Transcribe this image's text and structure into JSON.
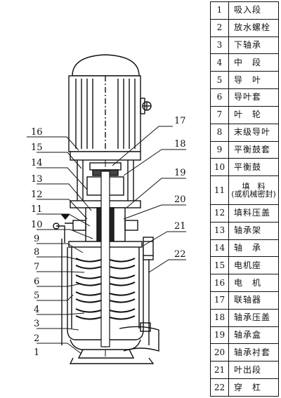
{
  "parts": [
    {
      "no": "1",
      "name": "吸入段"
    },
    {
      "no": "2",
      "name": "放水螺栓"
    },
    {
      "no": "3",
      "name": "下轴承"
    },
    {
      "no": "4",
      "name": "中　段"
    },
    {
      "no": "5",
      "name": "导　叶"
    },
    {
      "no": "6",
      "name": "导叶套"
    },
    {
      "no": "7",
      "name": "叶　轮"
    },
    {
      "no": "8",
      "name": "末级导叶"
    },
    {
      "no": "9",
      "name": "平衡鼓套"
    },
    {
      "no": "10",
      "name": "平衡鼓"
    },
    {
      "no": "11",
      "name": "填　料",
      "sub": "(或机械密封)"
    },
    {
      "no": "12",
      "name": "填料压盖"
    },
    {
      "no": "13",
      "name": "轴承架"
    },
    {
      "no": "14",
      "name": "轴　承"
    },
    {
      "no": "15",
      "name": "电机座"
    },
    {
      "no": "16",
      "name": "电　机"
    },
    {
      "no": "17",
      "name": "联轴器"
    },
    {
      "no": "18",
      "name": "轴承压盖"
    },
    {
      "no": "19",
      "name": "轴承盒"
    },
    {
      "no": "20",
      "name": "轴承衬套"
    },
    {
      "no": "21",
      "name": "叶出段"
    },
    {
      "no": "22",
      "name": "穿　杠"
    }
  ]
}
